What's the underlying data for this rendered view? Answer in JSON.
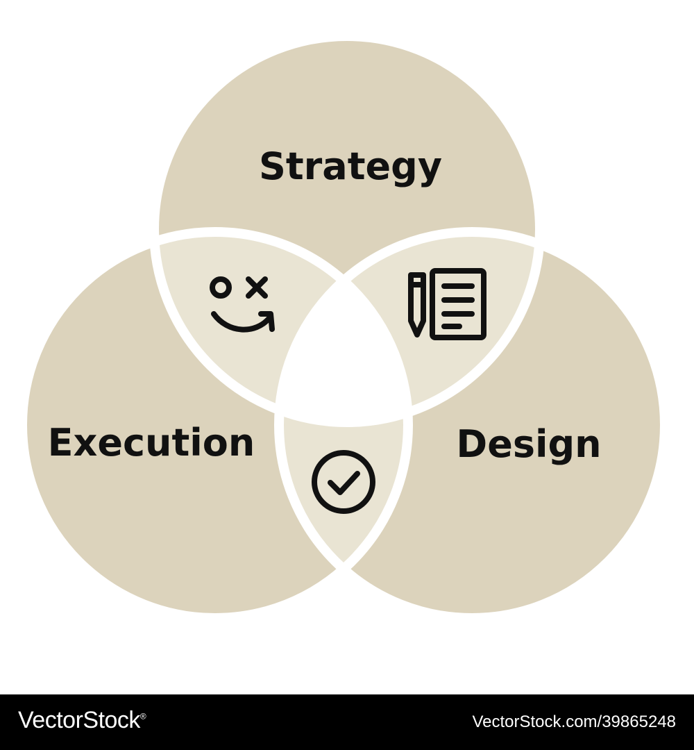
{
  "diagram": {
    "circles": {
      "top": "Strategy",
      "left": "Execution",
      "right": "Design"
    },
    "icons": {
      "strategy_execution": "game-plan-icon",
      "strategy_design": "pencil-notepad-icon",
      "execution_design": "checkmark-circle-icon"
    },
    "colors": {
      "circle_fill": "#dcd3bc",
      "overlap_fill": "#e9e4d3",
      "center_fill": "#ffffff",
      "outline": "#ffffff",
      "ink": "#111111"
    }
  },
  "footer": {
    "brand": "VectorStock",
    "registered_mark": "®",
    "stock_id": "VectorStock.com/39865248"
  }
}
